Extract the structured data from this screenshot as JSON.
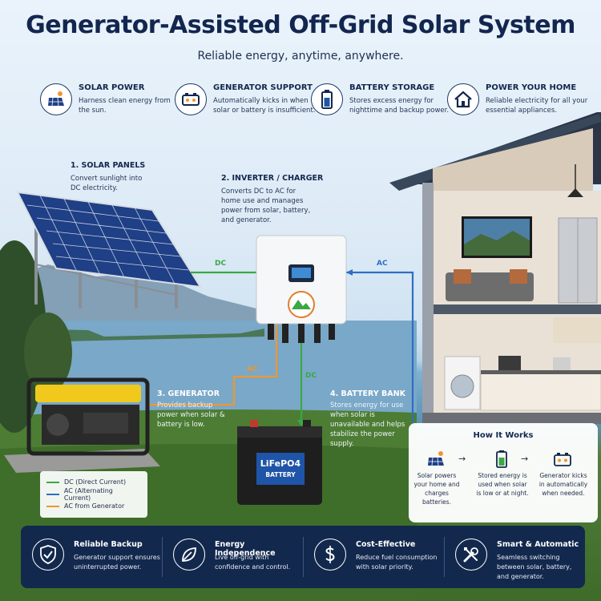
{
  "header": {
    "title": "Generator-Assisted Off-Grid Solar System",
    "subtitle": "Reliable energy, anytime, anywhere."
  },
  "features": [
    {
      "icon": "solar-panel-icon",
      "title": "SOLAR POWER",
      "desc": "Harness clean energy from the sun."
    },
    {
      "icon": "generator-icon",
      "title": "GENERATOR SUPPORT",
      "desc": "Automatically kicks in when solar or battery is insufficient."
    },
    {
      "icon": "battery-icon",
      "title": "BATTERY STORAGE",
      "desc": "Stores excess energy for nighttime and backup power."
    },
    {
      "icon": "house-icon",
      "title": "POWER YOUR HOME",
      "desc": "Reliable electricity for all your essential appliances."
    }
  ],
  "steps": {
    "solar": {
      "title": "1. SOLAR PANELS",
      "desc": "Convert sunlight into DC electricity."
    },
    "inverter": {
      "title": "2. INVERTER / CHARGER",
      "desc": "Converts DC to AC for home use and manages power from solar, battery, and generator."
    },
    "generator": {
      "title": "3. GENERATOR",
      "desc": "Provides backup power when solar & battery is low."
    },
    "battery": {
      "title": "4. BATTERY BANK",
      "desc": "Stores energy for use when solar is unavailable and helps stabilize the power supply."
    }
  },
  "flows": {
    "dc1": "DC",
    "ac1": "AC",
    "ac2": "AC",
    "dc2": "DC"
  },
  "battery_unit": {
    "line1": "LiFePO4",
    "line2": "BATTERY"
  },
  "legend": [
    {
      "label": "DC (Direct Current)",
      "color": "#3aa845"
    },
    {
      "label": "AC (Alternating Current)",
      "color": "#2e6fc4"
    },
    {
      "label": "AC from Generator",
      "color": "#f0962e"
    }
  ],
  "how_it_works": {
    "title": "How It Works",
    "arrow": "→",
    "steps": [
      {
        "icon": "solar-panel-icon",
        "text": "Solar powers your home and charges batteries."
      },
      {
        "icon": "battery-icon",
        "text": "Stored energy is used when solar is low or at night."
      },
      {
        "icon": "generator-icon",
        "text": "Generator kicks in automatically when needed."
      }
    ]
  },
  "benefits": [
    {
      "icon": "shield-check-icon",
      "title": "Reliable Backup",
      "desc": "Generator support ensures uninterrupted power."
    },
    {
      "icon": "leaf-icon",
      "title": "Energy Independence",
      "desc": "Live off-grid with confidence and control."
    },
    {
      "icon": "dollar-icon",
      "title": "Cost-Effective",
      "desc": "Reduce fuel consumption with solar priority."
    },
    {
      "icon": "tools-icon",
      "title": "Smart & Automatic",
      "desc": "Seamless switching between solar, battery, and generator."
    }
  ],
  "colors": {
    "navy": "#13284d",
    "dc": "#3aa845",
    "ac": "#2e6fc4",
    "gen": "#f0962e"
  }
}
